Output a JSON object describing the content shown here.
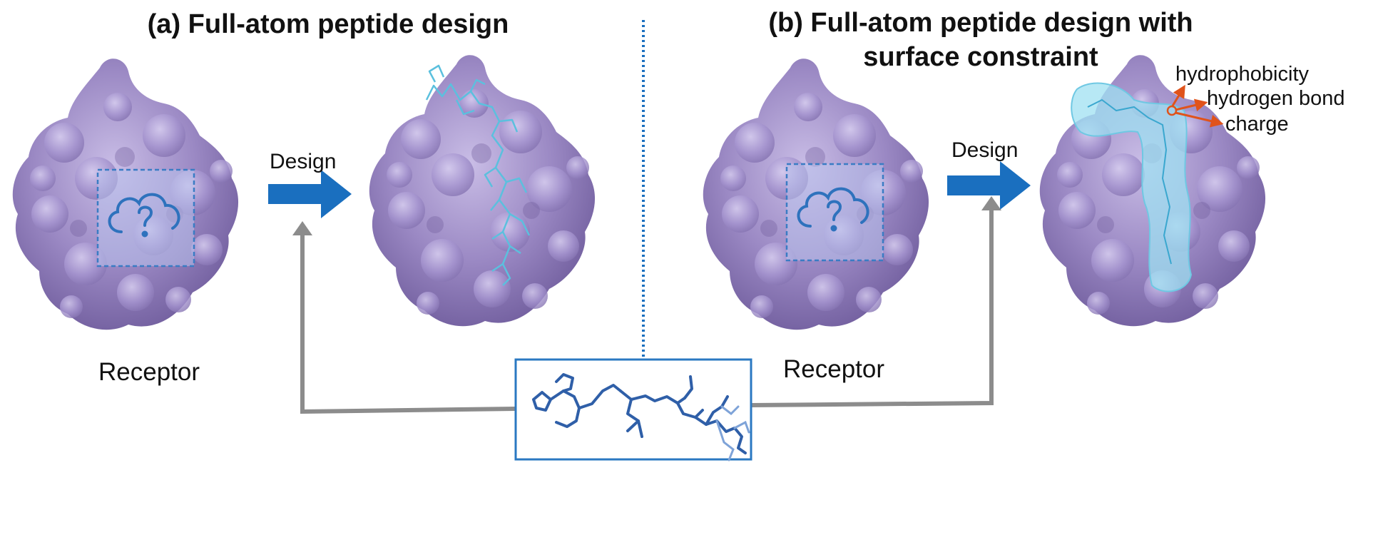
{
  "panel_a": {
    "title": "(a) Full-atom peptide design",
    "receptor_label": "Receptor",
    "design_label": "Design"
  },
  "panel_b": {
    "title_line1": "(b) Full-atom peptide design with",
    "title_line2": "surface constraint",
    "receptor_label": "Receptor",
    "design_label": "Design",
    "annotations": [
      "hydrophobicity",
      "hydrogen bond",
      "charge"
    ]
  },
  "colors": {
    "protein": "#9b89c4",
    "protein_dark": "#7e6aa8",
    "protein_light": "#c2b6e0",
    "arrow_blue": "#1a6fbf",
    "connector_gray": "#8c8c8c",
    "peptide_cyan": "#5bc0de",
    "peptide_blue": "#2f5fa8",
    "annot_orange": "#e0531b",
    "pocket_blue": "#3a7cc4"
  }
}
